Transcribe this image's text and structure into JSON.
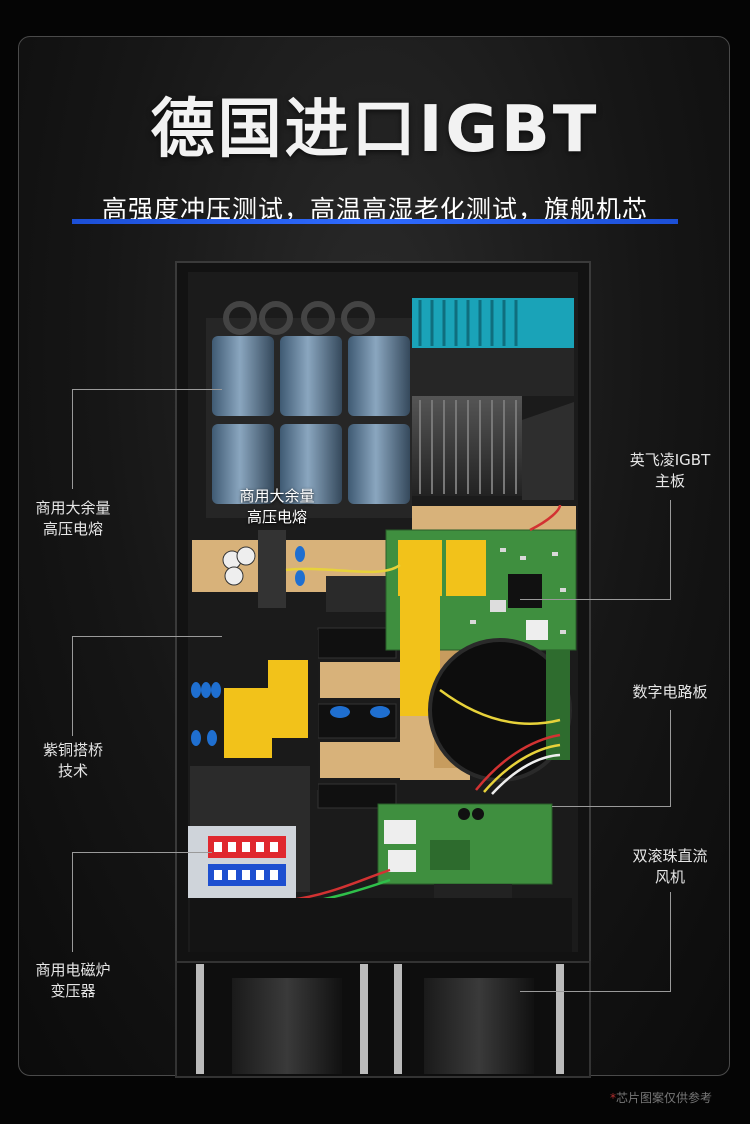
{
  "headline": {
    "title": "德国进口IGBT",
    "subtitle": "高强度冲压测试，高温高湿老化测试，旗舰机芯"
  },
  "callouts": {
    "fuse_left": "商用大余量\n高压电熔",
    "fuse_inner": "商用大余量\n高压电熔",
    "copper_bridge": "紫铜搭桥\n技术",
    "transformer": "商用电磁炉\n变压器",
    "igbt_board": "英飞凌IGBT\n主板",
    "digital_board": "数字电路板",
    "fan": "双滚珠直流\n风机"
  },
  "footnote": {
    "star": "*",
    "text": "芯片图案仅供参考"
  },
  "colors": {
    "accent_blue": "#2f6bff",
    "copper": "#d8b27a",
    "pcb_green": "#3f8f3f",
    "capacitor_blue": "#5f7f9c",
    "heatsink_teal": "#1aa3b8",
    "yellow_part": "#f2c21a"
  }
}
